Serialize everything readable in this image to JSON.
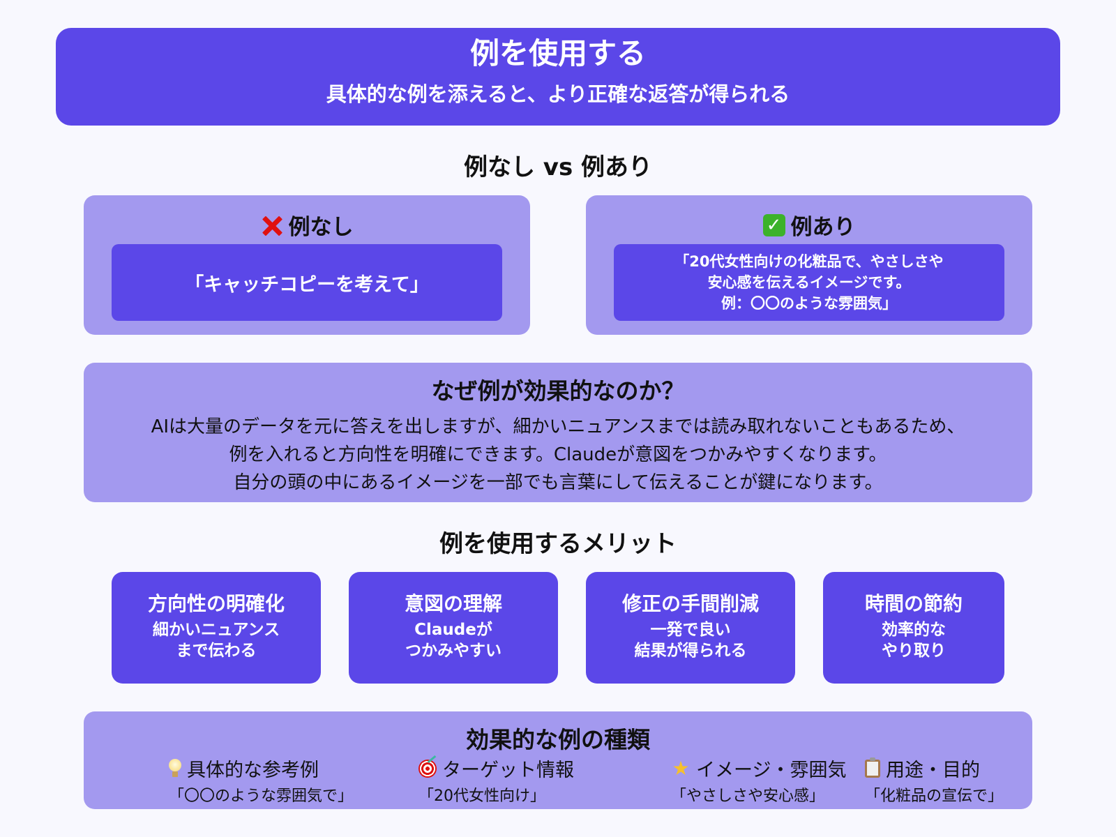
{
  "header": {
    "title": "例を使用する",
    "subtitle": "具体的な例を添えると、より正確な返答が得られる"
  },
  "comparison": {
    "section_title": "例なし vs 例あり",
    "without": {
      "icon": "cross-mark-icon",
      "label": "例なし",
      "example": "「キャッチコピーを考えて」"
    },
    "with": {
      "icon": "check-mark-icon",
      "label": "例あり",
      "example_lines": [
        "「20代女性向けの化粧品で、やさしさや",
        "安心感を伝えるイメージです。",
        "例：〇〇のような雰囲気」"
      ]
    }
  },
  "why": {
    "title": "なぜ例が効果的なのか？",
    "lines": [
      "AIは大量のデータを元に答えを出しますが、細かいニュアンスまでは読み取れないこともあるため、",
      "例を入れると方向性を明確にできます。Claudeが意図をつかみやすくなります。",
      "自分の頭の中にあるイメージを一部でも言葉にして伝えることが鍵になります。"
    ]
  },
  "merits": {
    "section_title": "例を使用するメリット",
    "items": [
      {
        "title": "方向性の明確化",
        "desc_lines": [
          "細かいニュアンス",
          "まで伝わる"
        ]
      },
      {
        "title": "意図の理解",
        "desc_lines": [
          "Claudeが",
          "つかみやすい"
        ]
      },
      {
        "title": "修正の手間削減",
        "desc_lines": [
          "一発で良い",
          "結果が得られる"
        ]
      },
      {
        "title": "時間の節約",
        "desc_lines": [
          "効率的な",
          "やり取り"
        ]
      }
    ]
  },
  "types": {
    "title": "効果的な例の種類",
    "items": [
      {
        "icon": "light-bulb-icon",
        "label": "具体的な参考例",
        "example": "「〇〇のような雰囲気で」"
      },
      {
        "icon": "target-icon",
        "label": "ターゲット情報",
        "example": "「20代女性向け」"
      },
      {
        "icon": "sparkle-star-icon",
        "label": "イメージ・雰囲気",
        "example": "「やさしさや安心感」"
      },
      {
        "icon": "clipboard-icon",
        "label": "用途・目的",
        "example": "「化粧品の宣伝で」"
      }
    ]
  },
  "colors": {
    "background": "#f8f8fe",
    "primary": "#5b47e8",
    "panel": "#a399ef",
    "cross": "#e01010",
    "check": "#3cb22a"
  }
}
